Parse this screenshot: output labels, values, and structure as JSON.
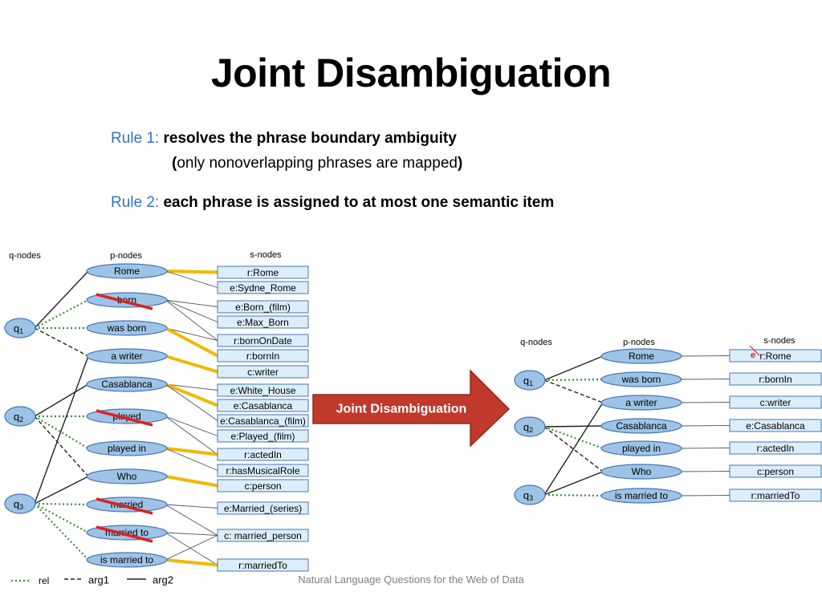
{
  "slide": {
    "title": "Joint Disambiguation",
    "rule1_label": "Rule 1:",
    "rule1_text": "resolves the phrase boundary ambiguity",
    "rule1_paren_open": "(",
    "rule1_paren_text": "only nonoverlapping phrases are mapped",
    "rule1_paren_close": ")",
    "rule2_label": "Rule 2:",
    "rule2_text": "each phrase is assigned to at most one semantic item",
    "footer": "Natural Language Questions for the Web of Data"
  },
  "left_graph": {
    "header_q": "q-nodes",
    "header_p": "p-nodes",
    "header_s": "s-nodes",
    "q_nodes": [
      "q1",
      "q2",
      "q3"
    ],
    "p_nodes": [
      {
        "label": "Rome",
        "struck": false
      },
      {
        "label": "born",
        "struck": true
      },
      {
        "label": "was born",
        "struck": false
      },
      {
        "label": "a writer",
        "struck": false
      },
      {
        "label": "Casablanca",
        "struck": false
      },
      {
        "label": "played",
        "struck": true
      },
      {
        "label": "played in",
        "struck": false
      },
      {
        "label": "Who",
        "struck": false
      },
      {
        "label": "married",
        "struck": true
      },
      {
        "label": "married to",
        "struck": true
      },
      {
        "label": "is married to",
        "struck": false
      }
    ],
    "s_nodes": [
      "r:Rome",
      "e:Sydne_Rome",
      "e:Born_(film)",
      "e:Max_Born",
      "r:bornOnDate",
      "r:bornIn",
      "c:writer",
      "e:White_House",
      "e:Casablanca",
      "e:Casablanca_(film)",
      "e:Played_(film)",
      "r:actedIn",
      "r:hasMusicalRole",
      "c:person",
      "e:Married_(series)",
      "c: married_person",
      "r:marriedTo"
    ]
  },
  "legend": {
    "rel": "rel",
    "arg1": "arg1",
    "arg2": "arg2"
  },
  "arrow": {
    "label": "Joint Disambiguation",
    "color": "#c0392b"
  },
  "right_graph": {
    "header_q": "q-nodes",
    "header_p": "p-nodes",
    "header_s": "s-nodes",
    "q_nodes": [
      "q1",
      "q2",
      "q3"
    ],
    "p_nodes": [
      "Rome",
      "was born",
      "a writer",
      "Casablanca",
      "played in",
      "Who",
      "is married to"
    ],
    "s_nodes": [
      "r:Rome",
      "r:bornIn",
      "c:writer",
      "e:Casablanca",
      "r:actedIn",
      "c:person",
      "r:marriedTo"
    ],
    "annotation": "e"
  },
  "colors": {
    "ellipse_fill": "#9dc3e6",
    "ellipse_stroke": "#4a76b4",
    "box_fill": "#dbeef9",
    "box_stroke": "#4a76b4",
    "rel_green": "#3a8f3a",
    "highlight": "#f0b800",
    "strike": "#e02020"
  }
}
